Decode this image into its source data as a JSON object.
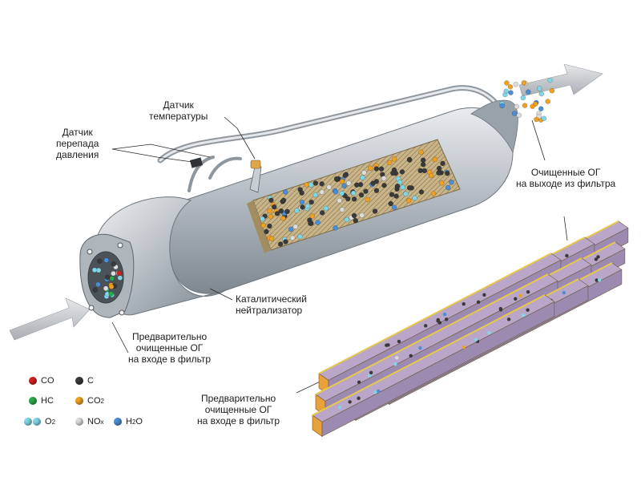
{
  "labels": {
    "temp_sensor": [
      "Датчик",
      "температуры"
    ],
    "pressure_sensor": [
      "Датчик",
      "перепада",
      "давления"
    ],
    "outlet_gases": [
      "Очищенные ОГ",
      "на выходе из фильтра"
    ],
    "catalyst": [
      "Каталитический",
      "нейтрализатор"
    ],
    "inlet_gases_left": [
      "Предварительно",
      "очищенные ОГ",
      "на входе в фильтр"
    ],
    "inlet_gases_bottom": [
      "Предварительно",
      "очищенные ОГ",
      "на входе в фильтр"
    ]
  },
  "legend": [
    {
      "label": "CO",
      "sub": "",
      "color": "#d42020"
    },
    {
      "label": "C",
      "sub": "",
      "color": "#3a3a3a"
    },
    {
      "label": "HC",
      "sub": "",
      "color": "#2aa84a"
    },
    {
      "label": "CO",
      "sub": "2",
      "color": "#f0a020"
    },
    {
      "label": "O",
      "sub": "2",
      "color": "#7fd6e8"
    },
    {
      "label": "NO",
      "sub": "x",
      "color": "#d8d8d8"
    },
    {
      "label": "H",
      "sub": "2",
      "label2": "O",
      "color": "#4a8ed8"
    }
  ],
  "colors": {
    "metal": "#b9c0c6",
    "filter_core": "#c9b58a",
    "filter_cap": "#e8a23c",
    "filter_channel": "#b9a6c8",
    "arrow": "#c8ccd0"
  }
}
